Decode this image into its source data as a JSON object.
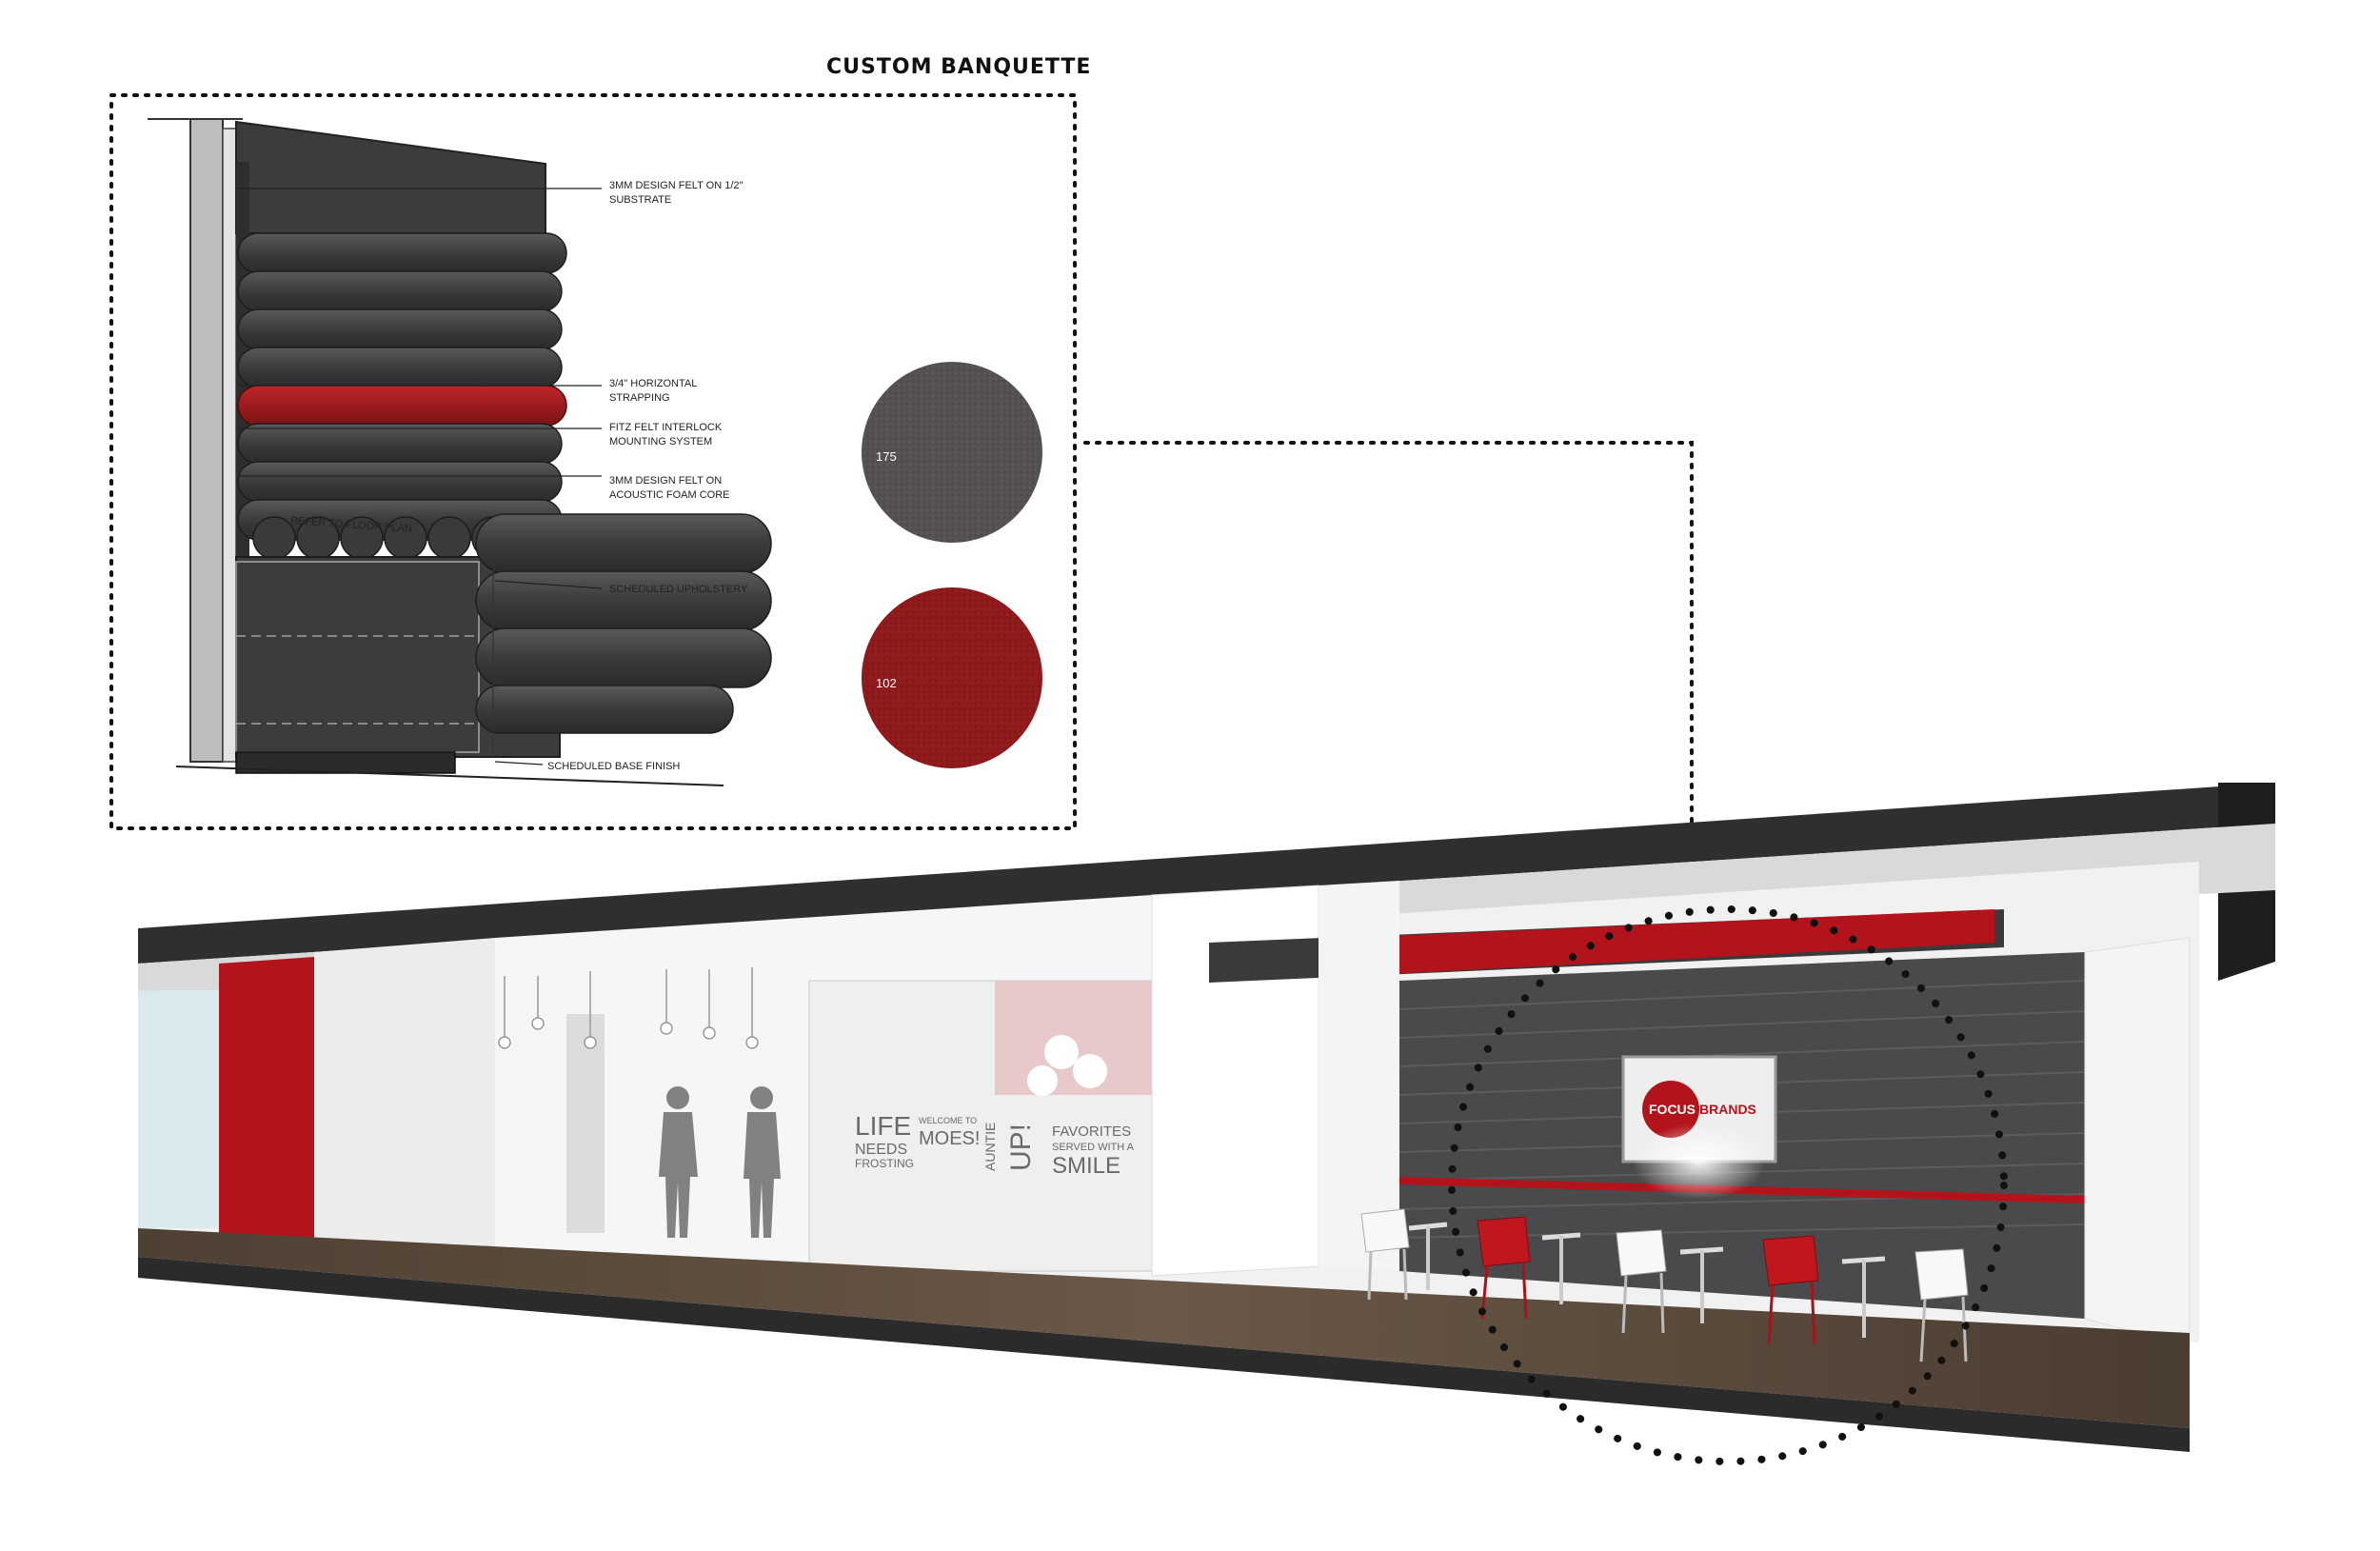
{
  "sheet": {
    "title": "CUSTOM BANQUETTE"
  },
  "detail": {
    "callouts": [
      {
        "line1": "3MM DESIGN FELT ON 1/2\"",
        "line2": "SUBSTRATE"
      },
      {
        "line1": "3/4\" HORIZONTAL",
        "line2": "STRAPPING"
      },
      {
        "line1": "FITZ FELT INTERLOCK",
        "line2": "MOUNTING SYSTEM"
      },
      {
        "line1": "3MM DESIGN FELT ON",
        "line2": "ACOUSTIC FOAM CORE"
      },
      {
        "line1": "SCHEDULED UPHOLSTERY",
        "line2": ""
      },
      {
        "line1": "SCHEDULED BASE FINISH",
        "line2": ""
      }
    ],
    "floor_plan_note": "REFER TO FLOOR PLAN"
  },
  "swatches": [
    {
      "number": "175",
      "color": "#555152"
    },
    {
      "number": "102",
      "color": "#8e1a1c"
    }
  ],
  "rendering": {
    "wall_graphics": {
      "life_needs_frosting": [
        "LIFE",
        "NEEDS",
        "FROSTING"
      ],
      "welcome_to": "WELCOME TO",
      "moes": "MOES!",
      "auntie": "AUNTIE",
      "up": "UP!",
      "favorites": [
        "FAVORITES",
        "SERVED WITH A"
      ],
      "smile": "SMILE"
    },
    "sign": {
      "brand_part1": "FOCUS",
      "brand_part2": "BRANDS"
    }
  },
  "colors": {
    "accent_red": "#b3141c",
    "felt_dark": "#3d3d3f",
    "floor_wood": "#5a4a3c",
    "ceiling_dark": "#2f2f30"
  }
}
